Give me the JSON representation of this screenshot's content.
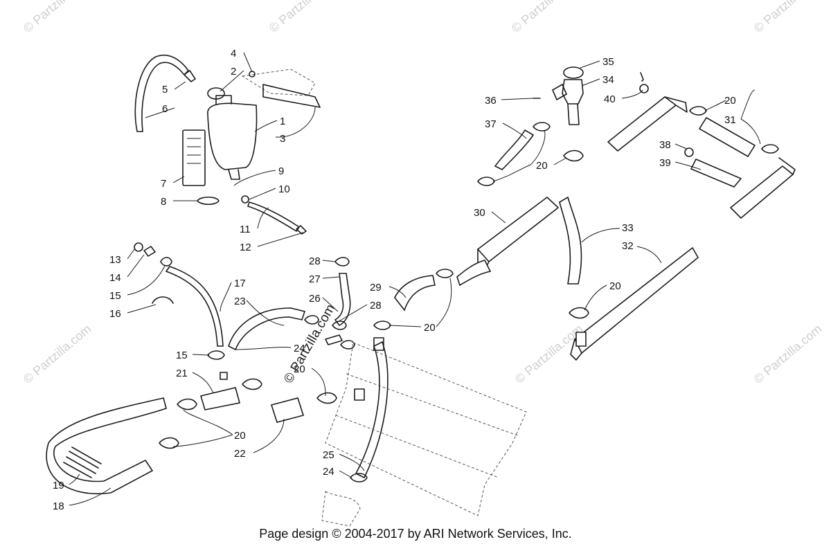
{
  "watermark": "© Partzilla.com",
  "center_watermark": "© Partzilla.com",
  "footer": "Page design © 2004-2017 by ARI Network Services, Inc.",
  "callouts": [
    {
      "id": "c4",
      "text": "4"
    },
    {
      "id": "c2",
      "text": "2"
    },
    {
      "id": "c5",
      "text": "5"
    },
    {
      "id": "c6",
      "text": "6"
    },
    {
      "id": "c1",
      "text": "1"
    },
    {
      "id": "c3",
      "text": "3"
    },
    {
      "id": "c7",
      "text": "7"
    },
    {
      "id": "c8",
      "text": "8"
    },
    {
      "id": "c9",
      "text": "9"
    },
    {
      "id": "c10",
      "text": "10"
    },
    {
      "id": "c11",
      "text": "11"
    },
    {
      "id": "c12",
      "text": "12"
    },
    {
      "id": "c13",
      "text": "13"
    },
    {
      "id": "c14",
      "text": "14"
    },
    {
      "id": "c15a",
      "text": "15"
    },
    {
      "id": "c16",
      "text": "16"
    },
    {
      "id": "c17",
      "text": "17"
    },
    {
      "id": "c23",
      "text": "23"
    },
    {
      "id": "c15b",
      "text": "15"
    },
    {
      "id": "c21",
      "text": "21"
    },
    {
      "id": "c24a",
      "text": "24"
    },
    {
      "id": "c20a",
      "text": "20"
    },
    {
      "id": "c20b",
      "text": "20"
    },
    {
      "id": "c22",
      "text": "22"
    },
    {
      "id": "c19",
      "text": "19"
    },
    {
      "id": "c18",
      "text": "18"
    },
    {
      "id": "c28a",
      "text": "28"
    },
    {
      "id": "c27",
      "text": "27"
    },
    {
      "id": "c26",
      "text": "26"
    },
    {
      "id": "c28b",
      "text": "28"
    },
    {
      "id": "c29",
      "text": "29"
    },
    {
      "id": "c20c",
      "text": "20"
    },
    {
      "id": "c25",
      "text": "25"
    },
    {
      "id": "c24b",
      "text": "24"
    },
    {
      "id": "c30",
      "text": "30"
    },
    {
      "id": "c35",
      "text": "35"
    },
    {
      "id": "c34",
      "text": "34"
    },
    {
      "id": "c36",
      "text": "36"
    },
    {
      "id": "c40",
      "text": "40"
    },
    {
      "id": "c37",
      "text": "37"
    },
    {
      "id": "c20d",
      "text": "20"
    },
    {
      "id": "c20e",
      "text": "20"
    },
    {
      "id": "c31",
      "text": "31"
    },
    {
      "id": "c38",
      "text": "38"
    },
    {
      "id": "c39",
      "text": "39"
    },
    {
      "id": "c33",
      "text": "33"
    },
    {
      "id": "c32",
      "text": "32"
    },
    {
      "id": "c20f",
      "text": "20"
    }
  ]
}
